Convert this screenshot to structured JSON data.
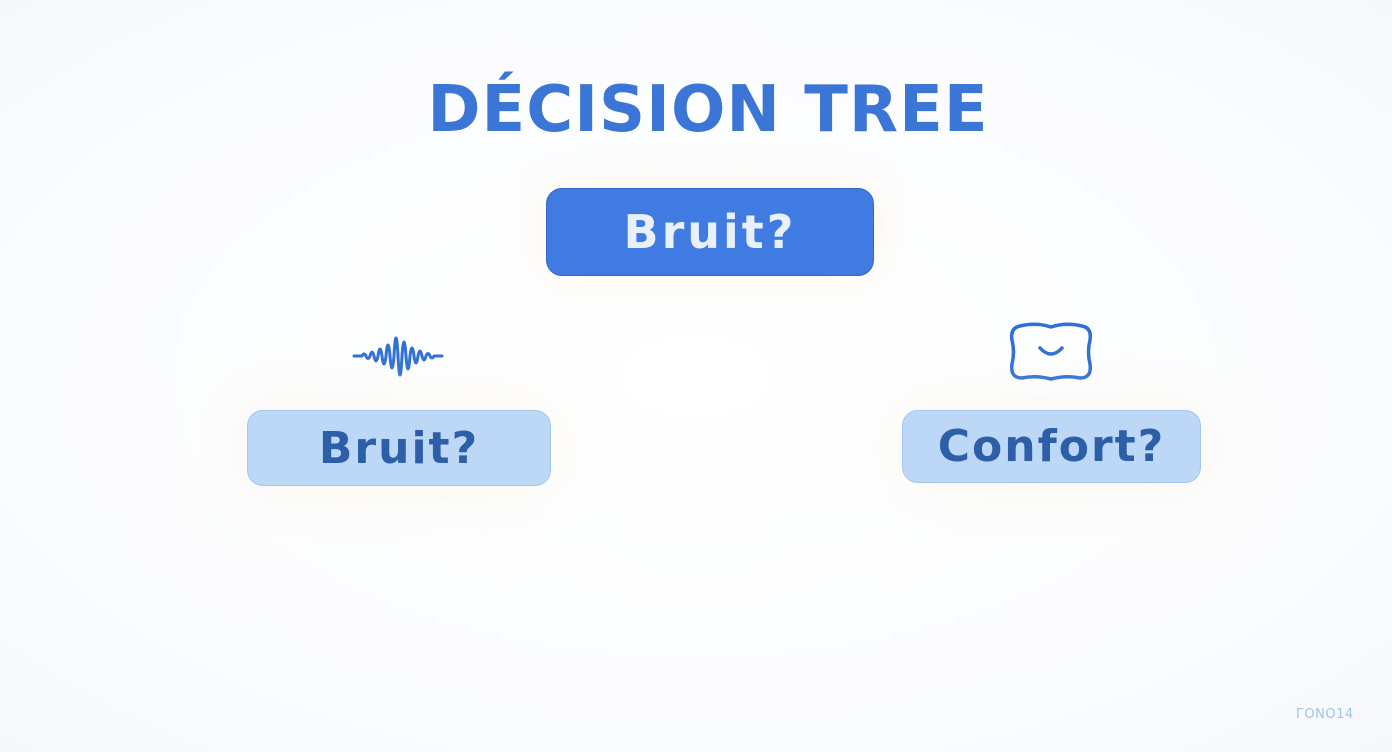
{
  "diagram": {
    "title": "DÉCISION TREE",
    "root": {
      "label": "Bruit?"
    },
    "children": [
      {
        "label": "Bruit?",
        "icon": "sound-wave-icon"
      },
      {
        "label": "Confort?",
        "icon": "pillow-icon"
      }
    ]
  },
  "watermark": "ГОNO14",
  "colors": {
    "title": "#3b75d6",
    "root_fill": "#3f7be0",
    "root_text": "#e8f0fc",
    "child_fill": "#bcd8f6",
    "child_text": "#2d5ea8",
    "icon_stroke": "#2f6fd8"
  }
}
